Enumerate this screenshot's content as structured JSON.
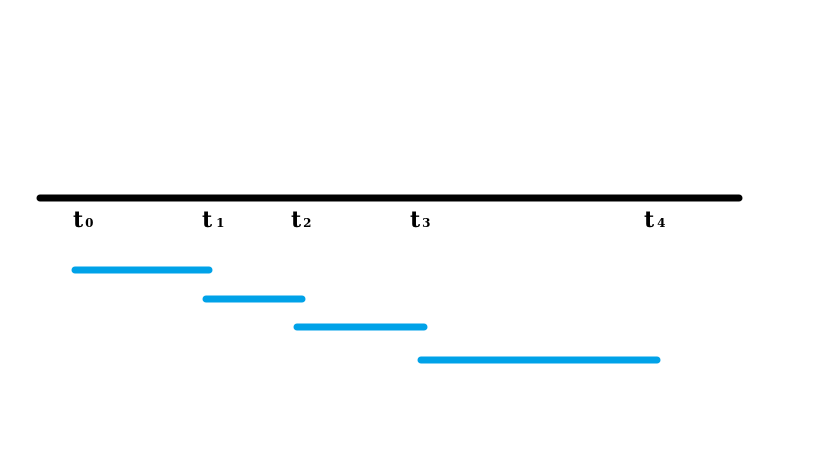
{
  "timeline": {
    "color": "#000000",
    "ticks": [
      {
        "name": "t-0-label",
        "base": "t",
        "sub": "0"
      },
      {
        "name": "t-1-label",
        "base": "t",
        "sub": "1"
      },
      {
        "name": "t-2-label",
        "base": "t",
        "sub": "2"
      },
      {
        "name": "t-3-label",
        "base": "t",
        "sub": "3"
      },
      {
        "name": "t-4-label",
        "base": "t",
        "sub": "4"
      }
    ]
  },
  "intervals": {
    "color": "#00a2e8",
    "items": [
      {
        "from": "t0",
        "to": "t1"
      },
      {
        "from": "t1",
        "to": "t2"
      },
      {
        "from": "t2",
        "to": "t3"
      },
      {
        "from": "t3",
        "to": "t4"
      }
    ]
  }
}
